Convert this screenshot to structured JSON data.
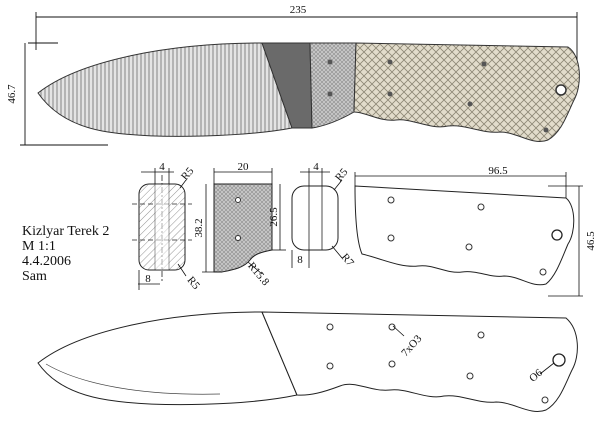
{
  "title_block": {
    "model": "Kizlyar Terek 2",
    "scale": "M 1:1",
    "date": "4.4.2006",
    "author": "Sam"
  },
  "dimensions": {
    "overall_length": "235",
    "blade_height": "46.7",
    "guard_width": "4",
    "guard_radius_top": "R5",
    "guard_radius_bottom": "R5",
    "guard_base": "8",
    "bolster_width": "20",
    "bolster_height": "26.5",
    "bolster_total": "38.2",
    "bolster_radius": "R15.8",
    "spacer_width": "4",
    "spacer_radius_top": "R5",
    "spacer_radius_bottom": "R7",
    "spacer_base": "8",
    "handle_length": "96.5",
    "handle_height": "46.5",
    "pin_holes": "7xO3",
    "lanyard_hole": "O6"
  }
}
